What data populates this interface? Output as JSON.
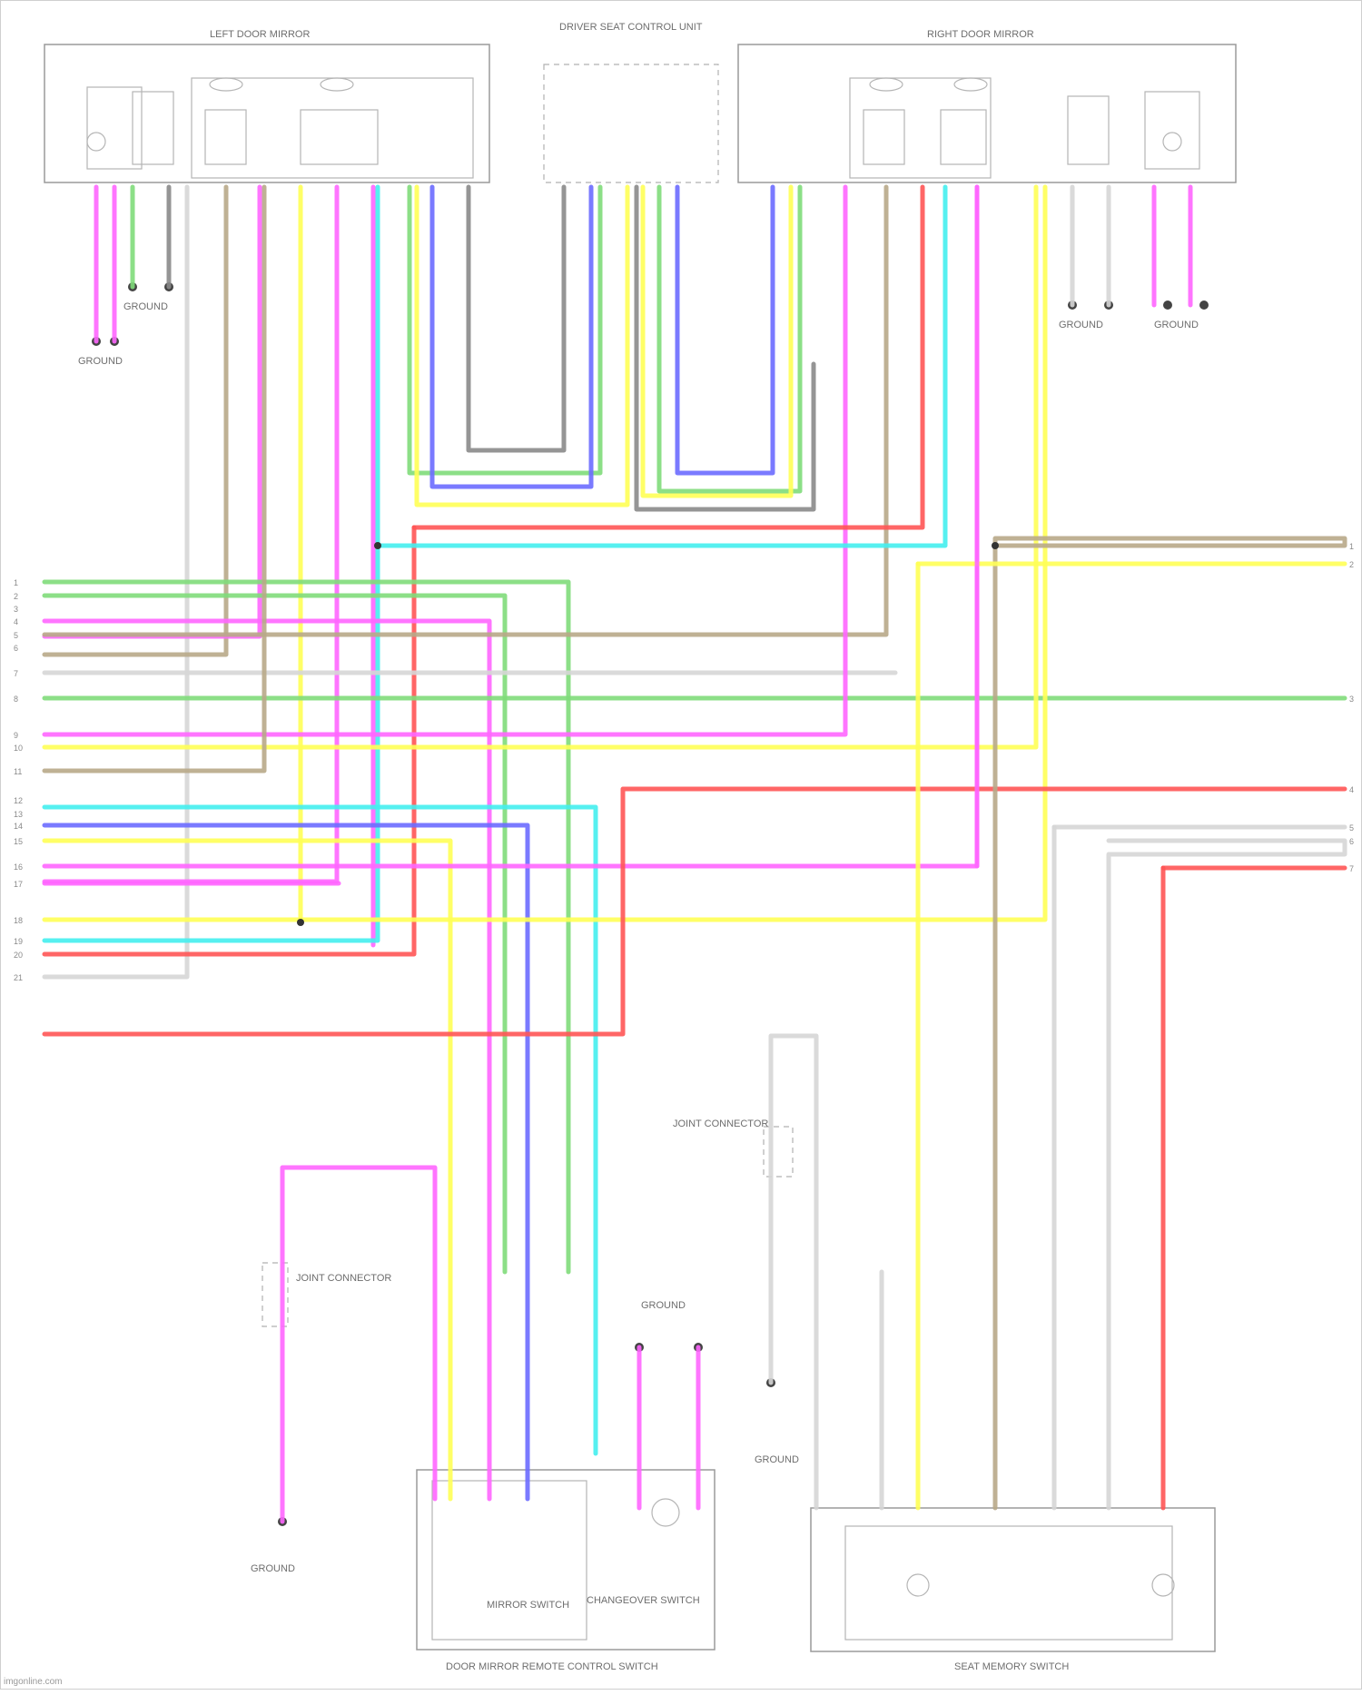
{
  "components": {
    "left_door_mirror": "LEFT DOOR MIRROR",
    "right_door_mirror": "RIGHT DOOR MIRROR",
    "seat_memory_switch": "SEAT MEMORY SWITCH",
    "door_mirror_remote_control_switch": "DOOR MIRROR REMOTE CONTROL SWITCH",
    "driver_seat_control_unit": "DRIVER SEAT CONTROL UNIT",
    "changeover_switch": "CHANGEOVER SWITCH",
    "mirror_switch": "MIRROR SWITCH"
  },
  "grounds": {
    "left_mirror_ground": "GROUND",
    "left_mirror_ground2": "GROUND",
    "right_mirror_ground": "GROUND",
    "right_mirror_ground2": "GROUND",
    "switch_ground": "GROUND",
    "lower_left_ground": "GROUND",
    "lower_mid_ground": "GROUND"
  },
  "connectors": {
    "left_connector": "JOINT CONNECTOR",
    "mid_connector": "JOINT CONNECTOR"
  },
  "left_edge_pins": [
    "1",
    "2",
    "3",
    "4",
    "5",
    "6",
    "7",
    "8",
    "9",
    "10",
    "11",
    "12",
    "13",
    "14",
    "15",
    "16",
    "17",
    "18",
    "19",
    "20",
    "21"
  ],
  "right_edge_pins": [
    "1",
    "2",
    "3",
    "4",
    "5",
    "6",
    "7"
  ],
  "footer": "imgonline.com",
  "colors": {
    "green": "#7fdc7a",
    "pink": "#ff66ff",
    "yellow": "#ffff55",
    "tan": "#b8a888",
    "gray": "#8a8a8a",
    "cyan": "#44eeee",
    "blue": "#6b6bff",
    "red": "#ff5555",
    "light_gray": "#d6d6d6"
  }
}
